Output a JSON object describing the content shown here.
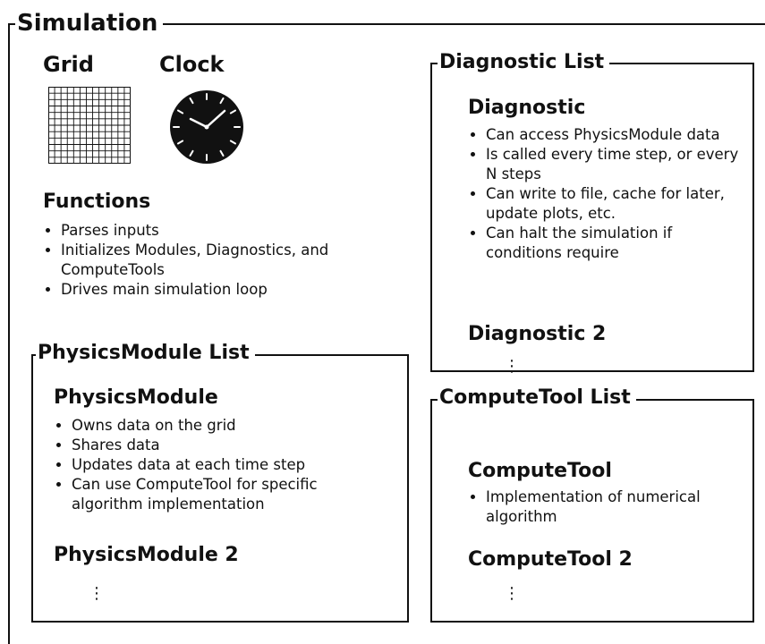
{
  "simulation": {
    "title": "Simulation",
    "grid_label": "Grid",
    "clock_label": "Clock",
    "functions": {
      "title": "Functions",
      "items": [
        "Parses inputs",
        "Initializes Modules, Diagnostics, and ComputeTools",
        "Drives main simulation loop"
      ]
    }
  },
  "physics_list": {
    "title": "PhysicsModule List",
    "module": {
      "title": "PhysicsModule",
      "items": [
        "Owns data on the grid",
        "Shares data",
        "Updates data at each time step",
        "Can use ComputeTool for specific algorithm implementation"
      ]
    },
    "module2": "PhysicsModule 2",
    "more": "⋮"
  },
  "diagnostic_list": {
    "title": "Diagnostic List",
    "diagnostic": {
      "title": "Diagnostic",
      "items": [
        "Can access PhysicsModule data",
        "Is called every time step, or every N steps",
        "Can write to file, cache for later, update plots, etc.",
        "Can halt the simulation if conditions require"
      ]
    },
    "diagnostic2": "Diagnostic 2",
    "more": "⋮"
  },
  "computetool_list": {
    "title": "ComputeTool List",
    "tool": {
      "title": "ComputeTool",
      "items": [
        "Implementation of numerical algorithm"
      ]
    },
    "tool2": "ComputeTool 2",
    "more": "⋮"
  }
}
